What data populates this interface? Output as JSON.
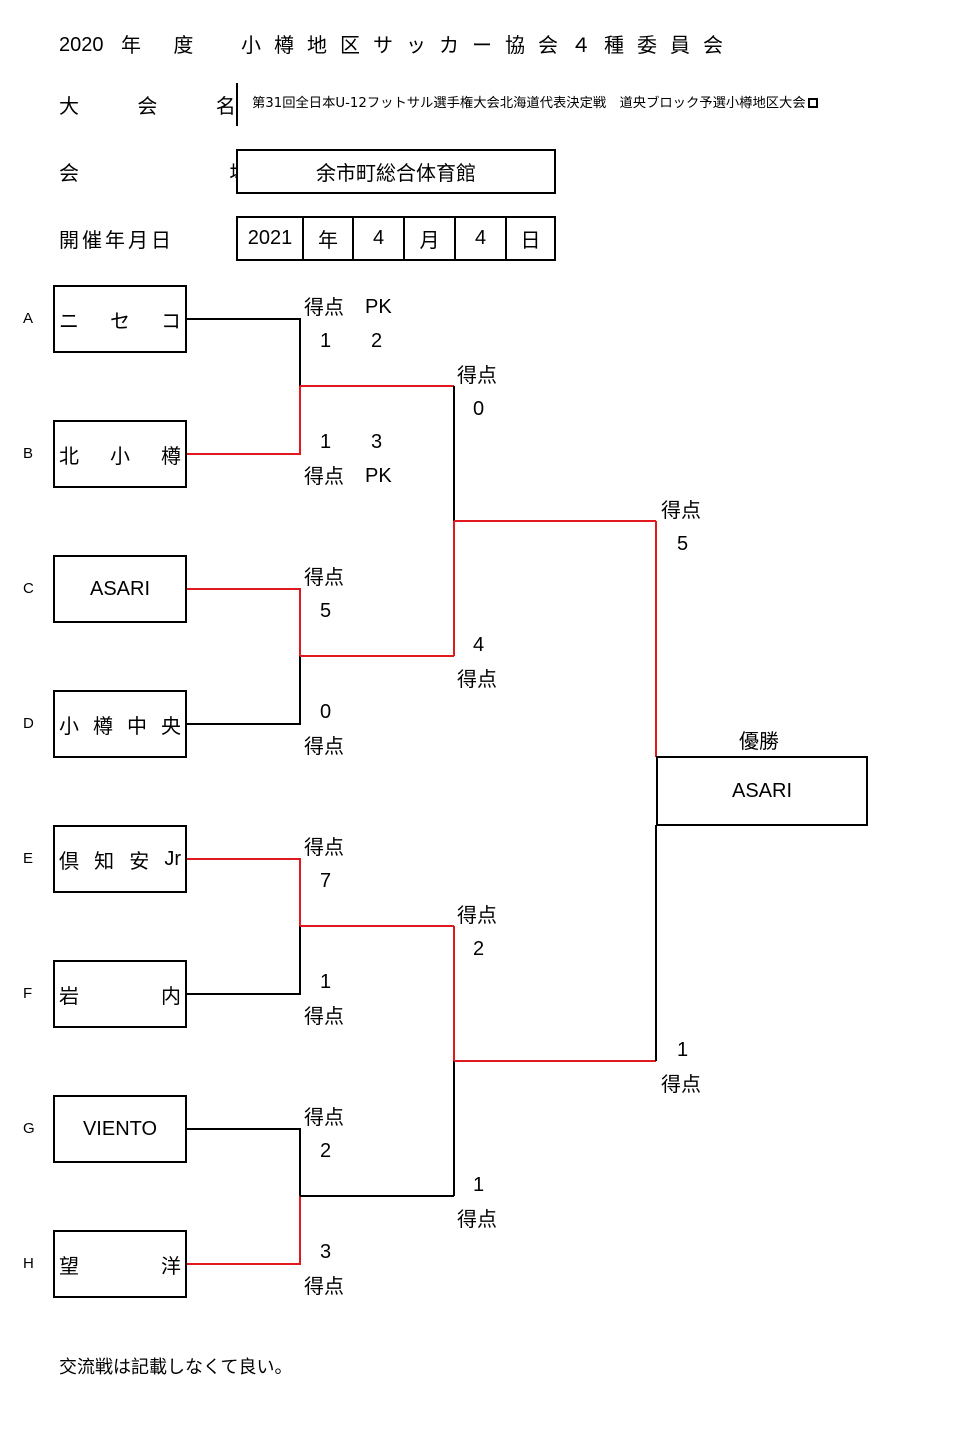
{
  "header": {
    "year": "2020",
    "year_suffix": "年 度",
    "organization": "小樽地区サッカー協会４種委員会",
    "tournament_label": "大 会 名",
    "tournament_name": "第31回全日本U-12フットサル選手権大会北海道代表決定戦　道央ブロック予選小樽地区大会",
    "venue_label": "会 場",
    "venue": "余市町総合体育館",
    "date_label": "開催年月日",
    "date": {
      "year": "2021",
      "year_unit": "年",
      "month": "4",
      "month_unit": "月",
      "day": "4",
      "day_unit": "日"
    }
  },
  "teams": [
    {
      "letter": "A",
      "name": [
        "ニ",
        "セ",
        "コ"
      ]
    },
    {
      "letter": "B",
      "name": [
        "北",
        "小",
        "樽"
      ]
    },
    {
      "letter": "C",
      "name": "ASARI"
    },
    {
      "letter": "D",
      "name": [
        "小",
        "樽",
        "中",
        "央"
      ]
    },
    {
      "letter": "E",
      "name": [
        "倶",
        "知",
        "安",
        "Jr"
      ]
    },
    {
      "letter": "F",
      "name": [
        "岩",
        "内"
      ]
    },
    {
      "letter": "G",
      "name": "VIENTO"
    },
    {
      "letter": "H",
      "name": [
        "望",
        "洋"
      ]
    }
  ],
  "labels": {
    "score": "得点",
    "pk": "PK",
    "champion": "優勝"
  },
  "round1": {
    "m1": {
      "top_score": "1",
      "top_pk": "2",
      "bottom_score": "1",
      "bottom_pk": "3"
    },
    "m2": {
      "top_score": "5",
      "bottom_score": "0"
    },
    "m3": {
      "top_score": "7",
      "bottom_score": "1"
    },
    "m4": {
      "top_score": "2",
      "bottom_score": "3"
    }
  },
  "semifinal": {
    "s1": {
      "top_score": "0",
      "bottom_score": "4"
    },
    "s2": {
      "top_score": "2",
      "bottom_score": "1"
    }
  },
  "final": {
    "top_score": "5",
    "bottom_score": "1",
    "champion": "ASARI"
  },
  "footnote": "交流戦は記載しなくて良い。",
  "colors": {
    "winner_line": "#e0191f",
    "line": "#000000"
  }
}
